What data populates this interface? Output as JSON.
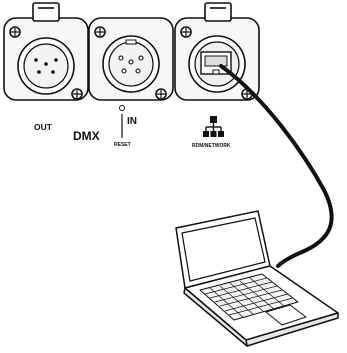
{
  "panel": {
    "out_label": "OUT",
    "dmx_label": "DMX",
    "in_label": "IN",
    "reset_label": "RESET",
    "network_label": "RDM/NETWORK"
  },
  "icons": {
    "xlr_out": "xlr-5pin-female-connector",
    "xlr_in": "xlr-5pin-male-connector",
    "ethercon": "ethercon-rj45-connector",
    "network": "network-topology-icon",
    "laptop": "laptop-computer"
  },
  "colors": {
    "line": "#111111",
    "panel_fill": "#f4f4f4",
    "cable": "#111111"
  }
}
